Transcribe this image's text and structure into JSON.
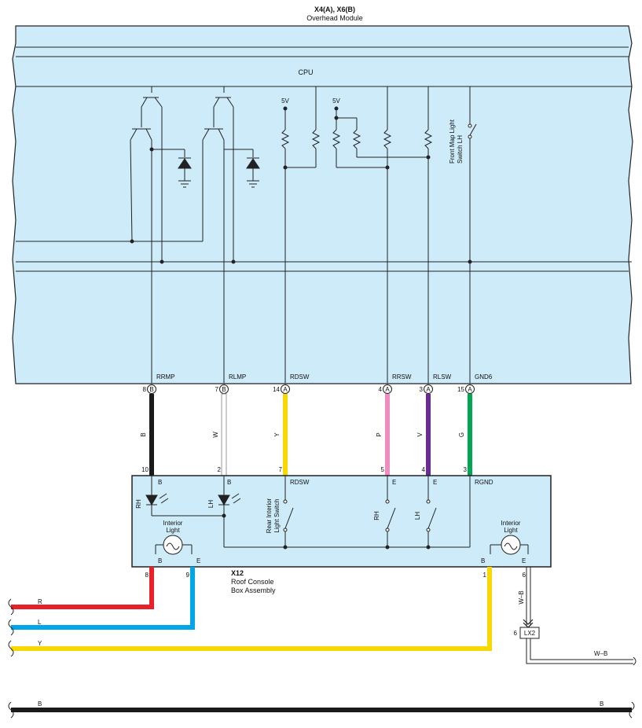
{
  "header": {
    "connectors": "X4(A), X6(B)",
    "module": "Overhead Module"
  },
  "cpu": {
    "label": "CPU"
  },
  "supply": {
    "v5_left": "5V",
    "v5_right": "5V"
  },
  "front_switch": {
    "line1": "Front Map Light",
    "line2": "Switch LH"
  },
  "pins": [
    {
      "num": "8",
      "conn": "B",
      "name": "RRMP",
      "wire": "B",
      "bottom_pin": "10",
      "bottom_label": "B"
    },
    {
      "num": "7",
      "conn": "B",
      "name": "RLMP",
      "wire": "W",
      "bottom_pin": "2",
      "bottom_label": "B"
    },
    {
      "num": "14",
      "conn": "A",
      "name": "RDSW",
      "wire": "Y",
      "bottom_pin": "7",
      "bottom_label": "RDSW"
    },
    {
      "num": "4",
      "conn": "A",
      "name": "RRSW",
      "wire": "P",
      "bottom_pin": "5",
      "bottom_label": "E"
    },
    {
      "num": "3",
      "conn": "A",
      "name": "RLSW",
      "wire": "V",
      "bottom_pin": "4",
      "bottom_label": "E"
    },
    {
      "num": "15",
      "conn": "A",
      "name": "GND6",
      "wire": "G",
      "bottom_pin": "3",
      "bottom_label": "RGND"
    }
  ],
  "console": {
    "id": "X12",
    "name1": "Roof Console",
    "name2": "Box Assembly",
    "led_rh": "RH",
    "led_lh": "LH",
    "rear_switch1": "Rear Interior",
    "rear_switch2": "Light Switch",
    "sw_rh": "RH",
    "sw_lh": "LH",
    "light_left1": "Interior",
    "light_left2": "Light",
    "light_right1": "Interior",
    "light_right2": "Light",
    "ll_b": "B",
    "ll_e": "E",
    "lr_b": "B",
    "lr_e": "E",
    "pin_ll_b": "8",
    "pin_ll_e": "9",
    "pin_lr_b": "1",
    "pin_lr_e": "6"
  },
  "wires": {
    "r": "R",
    "l": "L",
    "y": "Y",
    "wb_vert": "W–B",
    "wb_horiz": "W–B",
    "b_left": "B",
    "b_right": "B"
  },
  "lx2": {
    "pin": "6",
    "label": "LX2"
  },
  "colors": {
    "module_fill": "#cdebf8",
    "black": "#1a1a1a",
    "white_wire": "#e6e6e6",
    "yellow": "#f7d800",
    "pink": "#f08cc0",
    "violet": "#6a2c91",
    "green": "#00a651",
    "red": "#e8202a",
    "blue": "#00a6e6"
  }
}
